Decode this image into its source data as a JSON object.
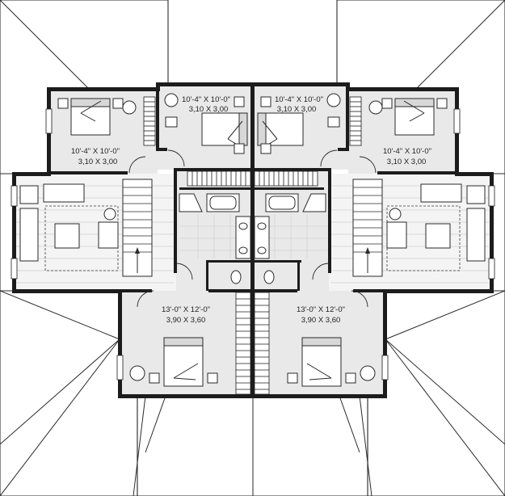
{
  "plan": {
    "rooms": [
      {
        "id": "bedroom-top-left-inner",
        "dim_imperial": "10'-4\" X 10'-0\"",
        "dim_metric": "3,10 X 3,00"
      },
      {
        "id": "bedroom-top-right-inner",
        "dim_imperial": "10'-4\" X 10'-0\"",
        "dim_metric": "3,10 X 3,00"
      },
      {
        "id": "bedroom-left-outer",
        "dim_imperial": "10'-4\" X 10'-0\"",
        "dim_metric": "3,10 X 3,00"
      },
      {
        "id": "bedroom-right-outer",
        "dim_imperial": "10'-4\" X 10'-0\"",
        "dim_metric": "3,10 X 3,00"
      },
      {
        "id": "bedroom-bottom-left",
        "dim_imperial": "13'-0\" X 12'-0\"",
        "dim_metric": "3,90 X 3,60"
      },
      {
        "id": "bedroom-bottom-right",
        "dim_imperial": "13'-0\" X 12'-0\"",
        "dim_metric": "3,90 X 3,60"
      }
    ]
  }
}
